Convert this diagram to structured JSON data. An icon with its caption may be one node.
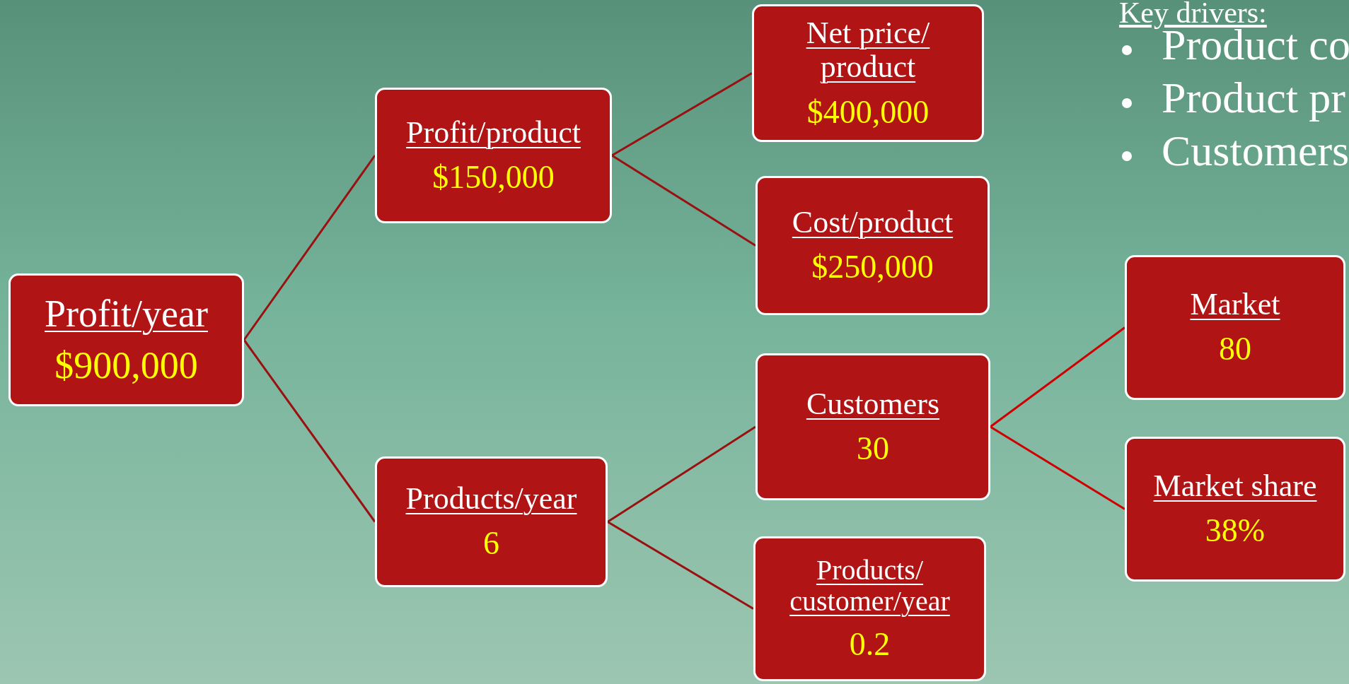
{
  "diagram": {
    "nodes": [
      {
        "text": [
          "Profit/year",
          "$900,000"
        ]
      },
      {
        "text": [
          "Profit/product",
          "$150,000"
        ]
      },
      {
        "text": [
          "Products/year",
          "6"
        ]
      },
      {
        "text": [
          "Net price/ product",
          "$400,000"
        ]
      },
      {
        "text": [
          "Cost/product",
          "$250,000"
        ]
      },
      {
        "text": [
          "Customers",
          "30"
        ]
      },
      {
        "text": [
          "Products/ customer/year",
          "0.2"
        ]
      },
      {
        "text": [
          "Market",
          "80"
        ]
      },
      {
        "text": [
          "Market share",
          "38%"
        ]
      }
    ],
    "edges": [
      {
        "from": 0,
        "to": 1,
        "arrow": "none"
      },
      {
        "from": 0,
        "to": 2,
        "arrow": "none"
      },
      {
        "from": 1,
        "to": 3,
        "arrow": "none"
      },
      {
        "from": 1,
        "to": 4,
        "arrow": "none"
      },
      {
        "from": 2,
        "to": 5,
        "arrow": "none"
      },
      {
        "from": 2,
        "to": 6,
        "arrow": "none"
      },
      {
        "from": 5,
        "to": 7,
        "arrow": "none",
        "color": "#d00000"
      },
      {
        "from": 5,
        "to": 8,
        "arrow": "none",
        "color": "#d00000"
      }
    ],
    "labels": [
      "Key drivers:",
      "Product co",
      "Product pr",
      "Customers"
    ]
  }
}
